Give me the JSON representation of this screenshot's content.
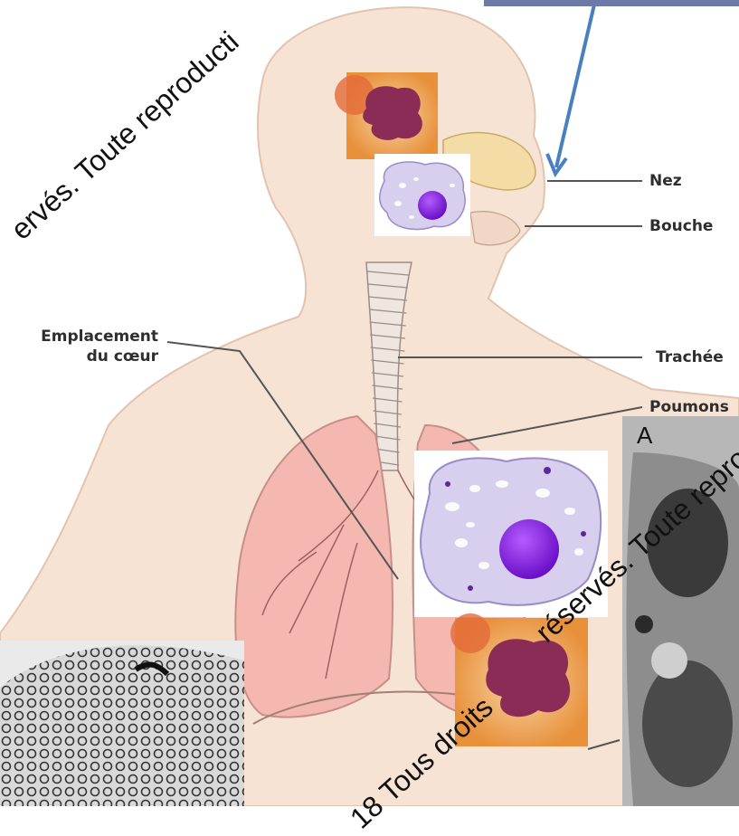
{
  "labels": {
    "nez": "Nez",
    "bouche": "Bouche",
    "emplacement_line1": "Emplacement",
    "emplacement_line2": "du cœur",
    "trachee": "Trachée",
    "poumons": "Poumons"
  },
  "ct_panel": {
    "letter": "A"
  },
  "watermark": {
    "top": "ervés. Toute reproducti",
    "right": "réservés. Toute reproducti",
    "bottom": "18 Tous droits"
  },
  "colors": {
    "skin": "#f7e3d3",
    "skin_outline": "#e2c4ae",
    "lung": "#f4b8b0",
    "nose": "#f3dca6",
    "arrow": "#4a7fc0",
    "macrophage": "#d8cfee",
    "nucleus": "#8a2be2",
    "neutrophil_bg": "#f0b060",
    "neutrophil_nucleus": "#8a2c55"
  }
}
